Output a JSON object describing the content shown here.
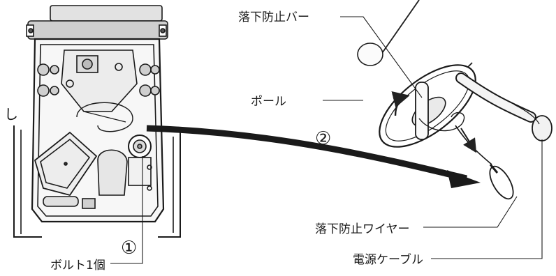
{
  "labels": {
    "fall_prevention_bar": "落下防止バー",
    "pole": "ポール",
    "fall_prevention_wire": "落下防止ワイヤー",
    "power_cable": "電源ケーブル",
    "bolt_one": "ボルト1個",
    "side_partial": "し"
  },
  "steps": {
    "step1": "①",
    "step2": "②"
  }
}
